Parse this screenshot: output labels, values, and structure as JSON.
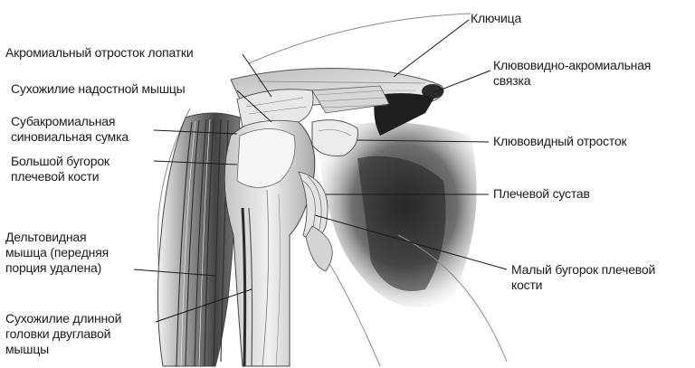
{
  "labels": {
    "clavicle": "Ключица",
    "acromion": "Акромиальный отросток лопатки",
    "coracoacromial_ligament": "Клювовидно-акромиальная\nсвязка",
    "supraspinatus_tendon": "Сухожилие надостной мышцы",
    "subacromial_bursa": "Субакромиальная\nсиновиальная сумка",
    "coracoid_process": "Клювовидный отросток",
    "greater_tubercle": "Большой бугорок\nплечевой кости",
    "shoulder_joint": "Плечевой сустав",
    "deltoid": "Дельтовидная\nмышца (передняя\nпорция удалена)",
    "lesser_tubercle": "Малый бугорок плечевой\nкости",
    "biceps_long_head_tendon": "Сухожилие длинной\nголовки двуглавой\nмышцы"
  },
  "colors": {
    "ink": "#1a1a1a",
    "shade_dark": "#3a3a3a",
    "shade_mid": "#8c8c8c",
    "shade_light": "#d9d9d9"
  }
}
